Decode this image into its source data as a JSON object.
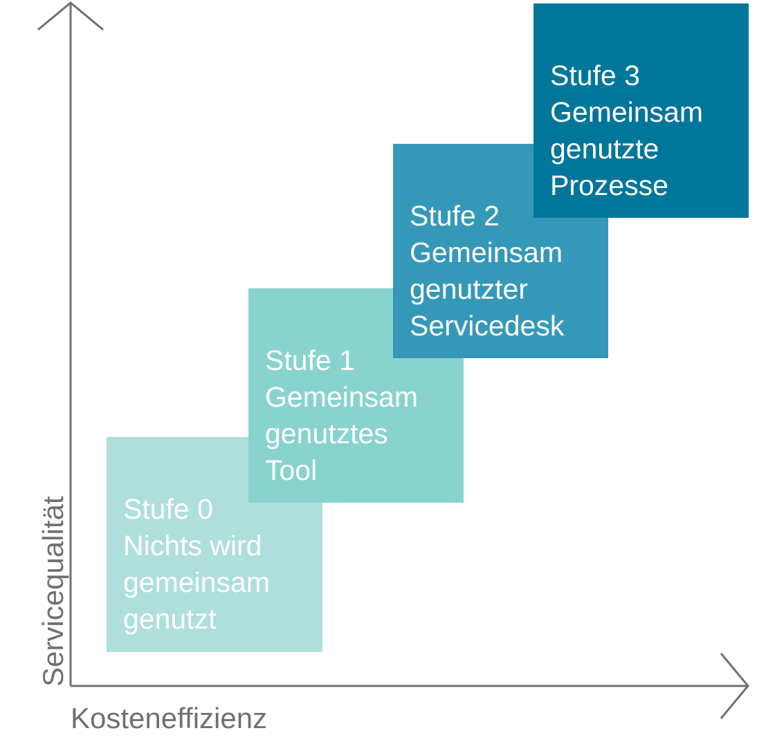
{
  "axes": {
    "x_label": "Kosteneffizienz",
    "y_label": "Servicequalität",
    "color": "#707070"
  },
  "steps": [
    {
      "title": "Stufe 0",
      "lines": [
        "Nichts wird",
        "gemeinsam",
        "genutzt"
      ],
      "color": "#afdfdb"
    },
    {
      "title": "Stufe 1",
      "lines": [
        "Gemeinsam",
        "genutztes",
        "Tool"
      ],
      "color": "#89d3cf"
    },
    {
      "title": "Stufe 2",
      "lines": [
        "Gemeinsam",
        "genutzter",
        "Servicedesk"
      ],
      "color": "#3598b9"
    },
    {
      "title": "Stufe 3",
      "lines": [
        "Gemeinsam",
        "genutzte",
        "Prozesse"
      ],
      "color": "#00769b"
    }
  ]
}
